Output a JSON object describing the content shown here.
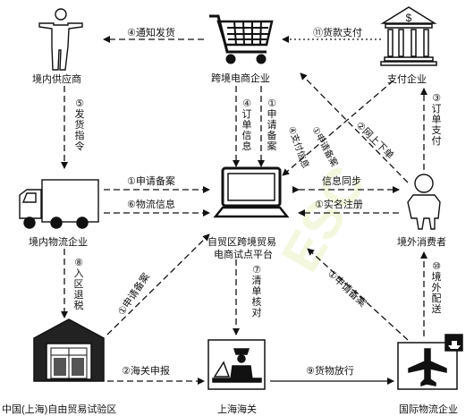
{
  "nodes": {
    "supplier": "境内供应商",
    "ecommerce": "跨境电商企业",
    "payment": "支付企业",
    "logistics": "境内物流企业",
    "platform_line1": "自贸区跨境贸易",
    "platform_line2": "电商试点平台",
    "consumer": "境外消费者",
    "ftz": "中国(上海)自由贸易试验区",
    "customs": "上海海关",
    "intl_logistics": "国际物流企业"
  },
  "edges": {
    "notify_ship": "④通知发货",
    "pay_goods": "⑪货款支付",
    "ship_order": [
      "⑤",
      "发",
      "货",
      "指",
      "令"
    ],
    "order_info": [
      "④",
      "订",
      "单",
      "信",
      "息"
    ],
    "apply_record_a": [
      "①",
      "申",
      "请",
      "备",
      "案"
    ],
    "order_payment": [
      "③",
      "订",
      "单",
      "支",
      "付"
    ],
    "apply_record_b": "①申请备案",
    "logistics_info": "⑥物流信息",
    "info_sync": "信息同步",
    "realname": "①实名注册",
    "pay_info": "④支付信息",
    "apply_record_c": "①申请备案",
    "online_order": "②网上下单",
    "warehouse_exit": [
      "⑧",
      "入",
      "区",
      "退",
      "税"
    ],
    "apply_record_d": "①申请备案",
    "checklist": [
      "⑦",
      "清",
      "单",
      "核",
      "对"
    ],
    "apply_record_e": "①申请备案",
    "intl_delivery": [
      "⑩",
      "境",
      "外",
      "配",
      "送"
    ],
    "customs_declare": "②海关申报",
    "goods_release": "⑨货物放行"
  },
  "watermark": "ESC"
}
